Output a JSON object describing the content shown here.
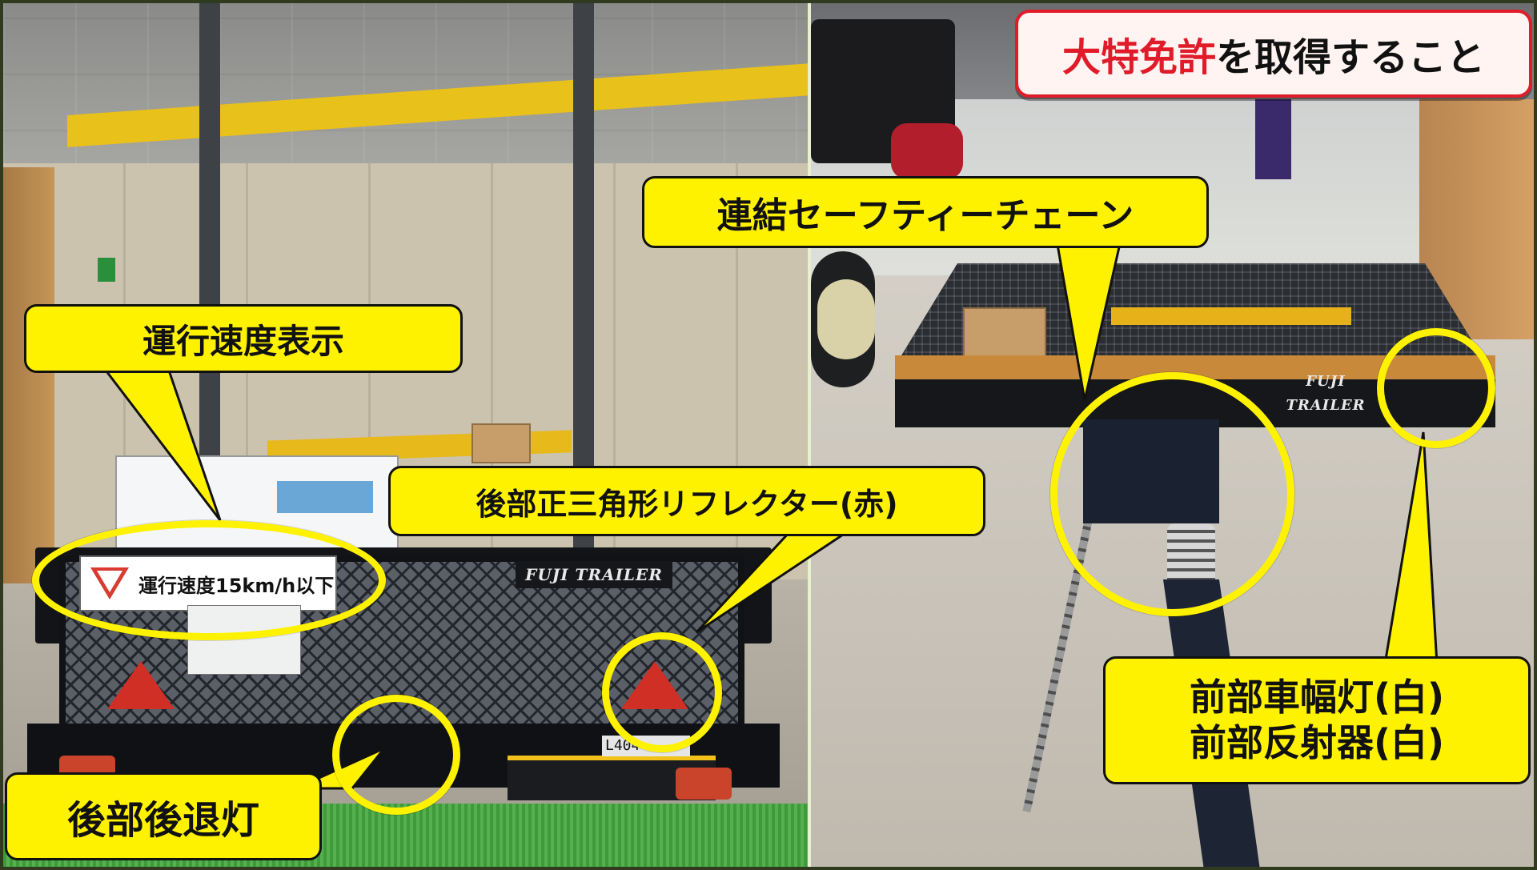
{
  "headline": {
    "accent_text": "大特免許",
    "rest_text": "を取得すること"
  },
  "callouts": {
    "speed_display": "運行速度表示",
    "rear_triangle_reflector": "後部正三角形リフレクター(赤)",
    "rear_reversing_lamp": "後部後退灯",
    "safety_chain": "連結セーフティーチェーン",
    "front_clearance_lamp": "前部車幅灯(白)",
    "front_reflector": "前部反射器(白)"
  },
  "photo_text": {
    "speed_sign": "運行速度15km/h以下",
    "brand_left": "FUJI TRAILER",
    "brand_right": "FUJI TRAILER",
    "plate_fragment": "L404"
  },
  "colors": {
    "callout_fill": "#fff200",
    "ring_color": "#fff200",
    "headline_accent": "#e01c2a",
    "headline_border": "#e01c2a"
  }
}
